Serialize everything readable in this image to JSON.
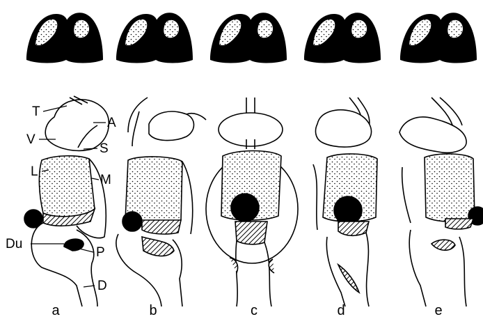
{
  "figure": {
    "panels": [
      {
        "id": "a",
        "label": "a"
      },
      {
        "id": "b",
        "label": "b"
      },
      {
        "id": "c",
        "label": "c"
      },
      {
        "id": "d",
        "label": "d"
      },
      {
        "id": "e",
        "label": "e"
      }
    ],
    "annotations": {
      "T": "T",
      "A": "A",
      "V": "V",
      "S": "S",
      "L": "L",
      "M": "M",
      "Du": "Du",
      "P": "P",
      "D": "D"
    },
    "colors": {
      "ink": "#000000",
      "paper": "#ffffff"
    }
  }
}
